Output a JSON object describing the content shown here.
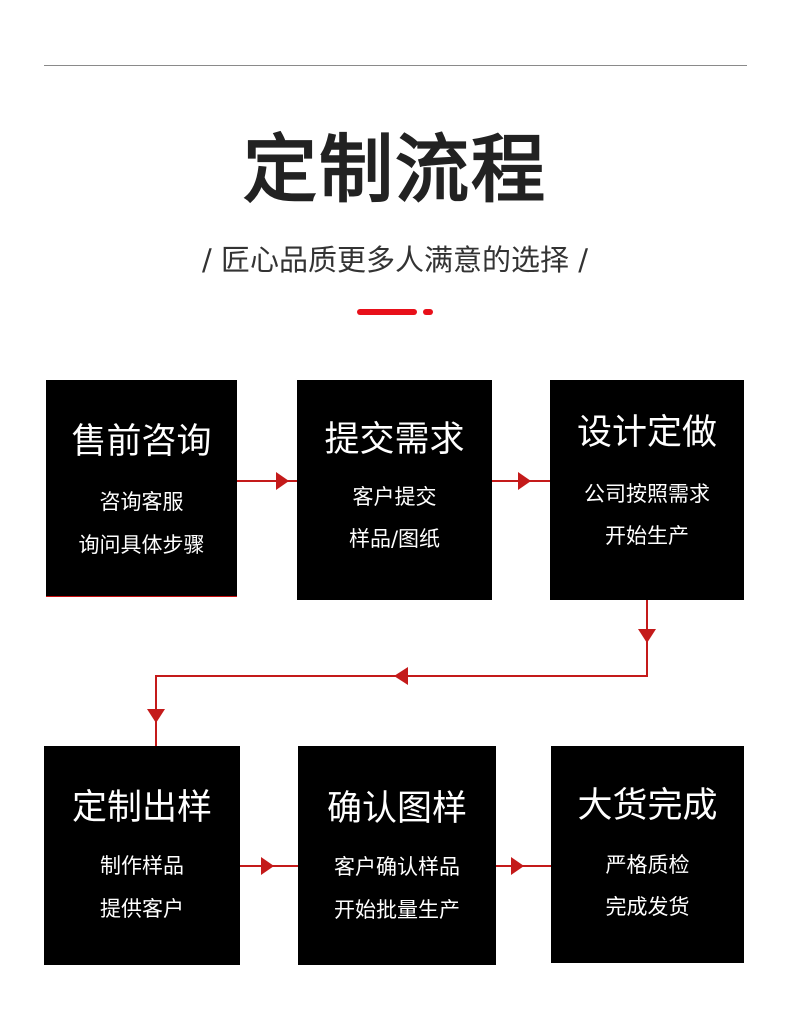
{
  "header": {
    "title": "定制流程",
    "subtitle": "/ 匠心品质更多人满意的选择 /"
  },
  "steps": [
    {
      "title": "售前咨询",
      "desc1": "咨询客服",
      "desc2": "询问具体步骤"
    },
    {
      "title": "提交需求",
      "desc1": "客户提交",
      "desc2": "样品/图纸"
    },
    {
      "title": "设计定做",
      "desc1": "公司按照需求",
      "desc2": "开始生产"
    },
    {
      "title": "定制出样",
      "desc1": "制作样品",
      "desc2": "提供客户"
    },
    {
      "title": "确认图样",
      "desc1": "客户确认样品",
      "desc2": "开始批量生产"
    },
    {
      "title": "大货完成",
      "desc1": "严格质检",
      "desc2": "完成发货"
    }
  ],
  "colors": {
    "accent": "#e8101a",
    "connector": "#c41a1a",
    "box": "#000000",
    "box_text": "#ffffff"
  }
}
